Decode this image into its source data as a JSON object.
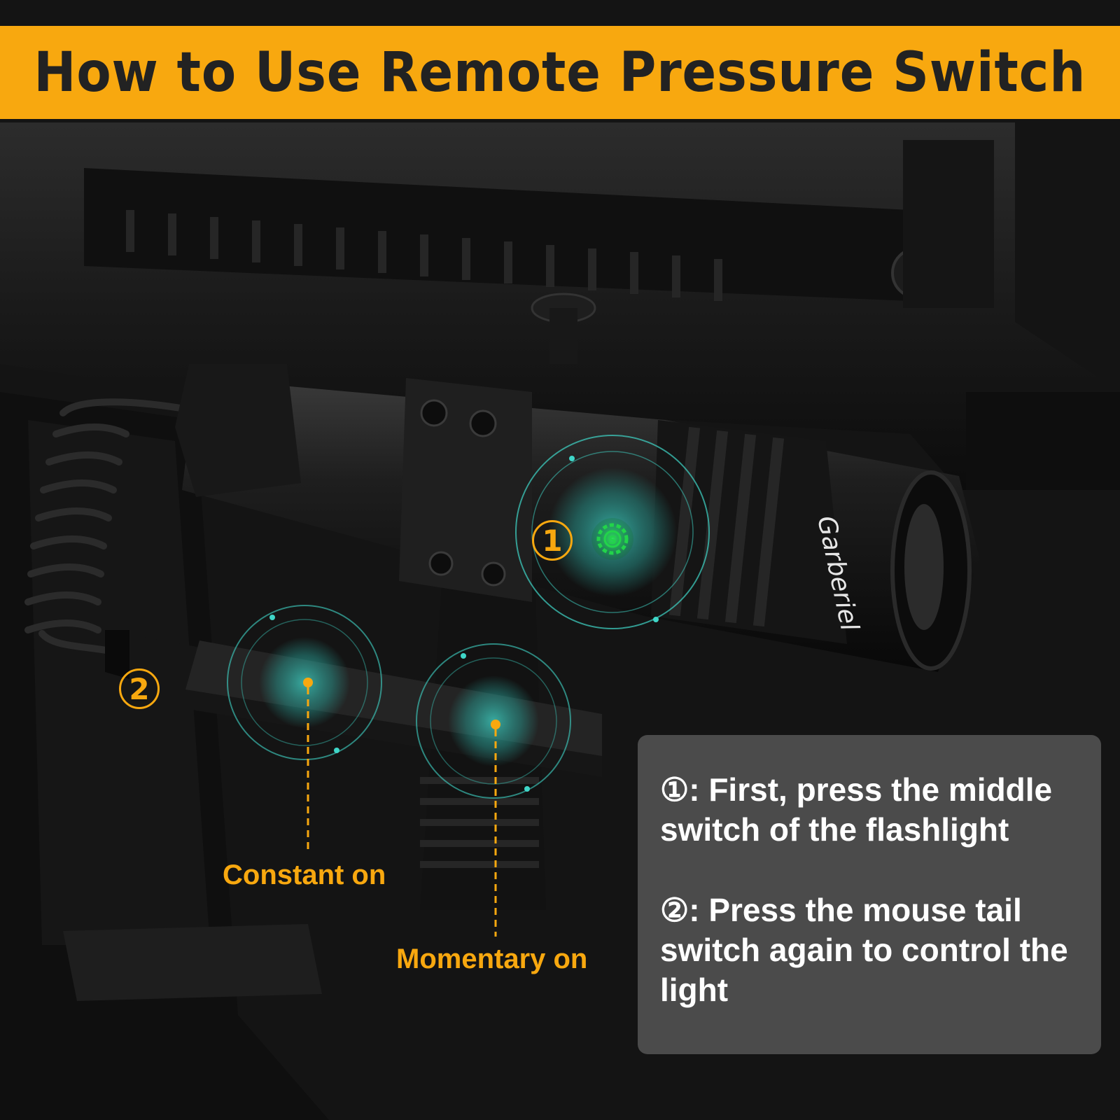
{
  "banner": {
    "title": "How to Use Remote Pressure Switch",
    "color": "#F8A80F"
  },
  "product": {
    "brand": "Garberiel"
  },
  "markers": {
    "one": "1",
    "two": "2"
  },
  "callouts": {
    "constant_on": "Constant on",
    "momentary_on": "Momentary on"
  },
  "instructions": {
    "step1": "①: First, press the middle switch of the flashlight",
    "step2": "②: Press the mouse tail switch again to control the light"
  },
  "colors": {
    "accent": "#F8A80F",
    "highlight": "#3FD6C8",
    "switch_glow": "#22D44A",
    "panel": "#505050"
  }
}
